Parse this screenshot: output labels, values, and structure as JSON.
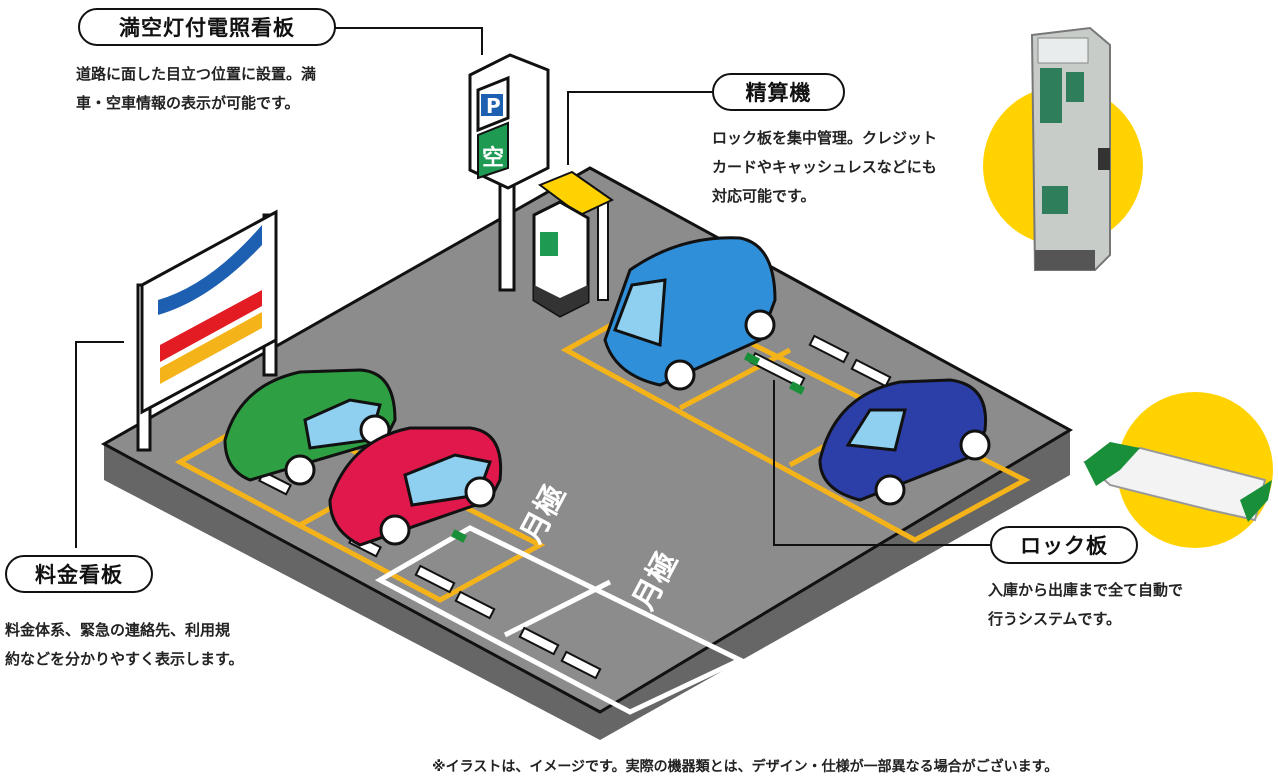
{
  "labels": {
    "sign_board": {
      "title": "満空灯付電照看板",
      "desc_line1": "道路に面した目立つ位置に設置。満",
      "desc_line2": "車・空車情報の表示が可能です。"
    },
    "pay_machine": {
      "title": "精算機",
      "desc_line1": "ロック板を集中管理。クレジット",
      "desc_line2": "カードやキャッシュレスなどにも",
      "desc_line3": "対応可能です。"
    },
    "fee_board": {
      "title": "料金看板",
      "desc_line1": "料金体系、緊急の連絡先、利用規",
      "desc_line2": "約などを分かりやすく表示します。"
    },
    "lock_plate": {
      "title": "ロック板",
      "desc_line1": "入庫から出庫まで全て自動で",
      "desc_line2": "行うシステムです。"
    }
  },
  "sign_text": {
    "p": "P",
    "vacant": "空"
  },
  "monthly_text": "月極",
  "footnote": "※イラストは、イメージです。実際の機器類とは、デザイン・仕様が一部異なる場合がございます。",
  "colors": {
    "asphalt": "#8c8c8c",
    "yellow_line": "#f5b31a",
    "highlight": "#ffd200",
    "green_car": "#2ea043",
    "red_car": "#e0184c",
    "light_blue_car": "#2f8fd8",
    "navy_car": "#2c3fa8",
    "sign_green": "#1f9a52",
    "sign_red": "#e31b23",
    "sign_blue": "#1d5fb0"
  }
}
